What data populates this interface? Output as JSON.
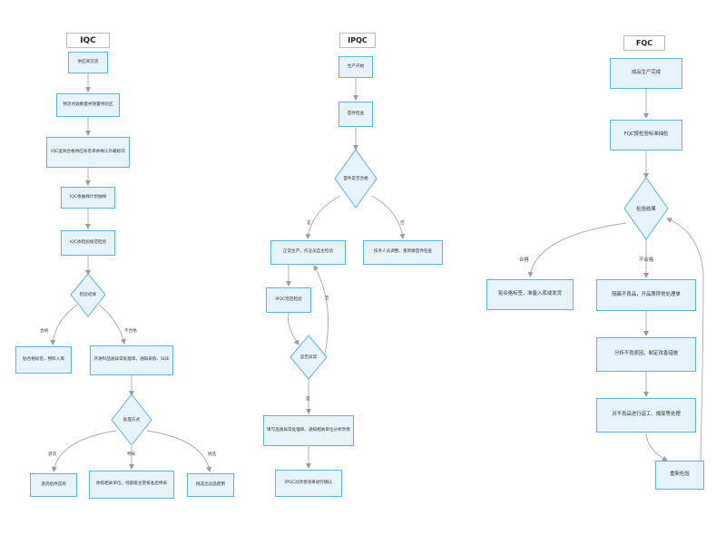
{
  "iqc": {
    "title": "IQC",
    "steps": [
      "供应商交货",
      "物流点收数量并放置待验区",
      "IQC查阅合格供应商名单并确认外箱标识",
      "IQC依抽样计划抽样",
      "IQC依检验规范检验"
    ],
    "decision": "检验结果",
    "pass_label": "合格",
    "pass_box": "贴合格标签，物料入库",
    "fail_label": "不合格",
    "fail_box": "开进料品质异常处理单，通知采购、SQE",
    "decision2": "处理方式",
    "opt_return_label": "退货",
    "opt_return_box": "退货给供应商",
    "opt_accept_label": "特采",
    "opt_accept_box": "依照相关单位，经部级主管核准后特采",
    "opt_select_label": "挑选",
    "opt_select_box": "挑选出良品使用"
  },
  "ipqc": {
    "title": "IPQC",
    "step1": "生产开始",
    "step2": "首件检查",
    "decision": "首件是否合格",
    "yes_label": "是",
    "no_label": "否",
    "normal_box": "正常生产，作业员自主检验",
    "tech_box": "技术人员调整，重新做首件检查",
    "patrol_box": "IPQC巡回检验",
    "decision2": "是否异常",
    "no2_label": "否",
    "yes2_label": "是",
    "report_box": "填写品质异常处理单，通知相关单位分析改善",
    "confirm_box": "IPQC对改善效果进行确认"
  },
  "fqc": {
    "title": "FQC",
    "step1": "成品生产完成",
    "step2": "FQC按检验标准抽检",
    "decision": "检验结果",
    "pass_label": "合格",
    "pass_box": "贴合格标签，准备入库或发货",
    "fail_label": "不合格",
    "fail_box": "隔离不良品，开品质异常处理单",
    "analyze_box": "分析不良原因，制定改善措施",
    "rework_box": "对不良品进行返工、报废等处理",
    "recheck_box": "重新检验"
  }
}
